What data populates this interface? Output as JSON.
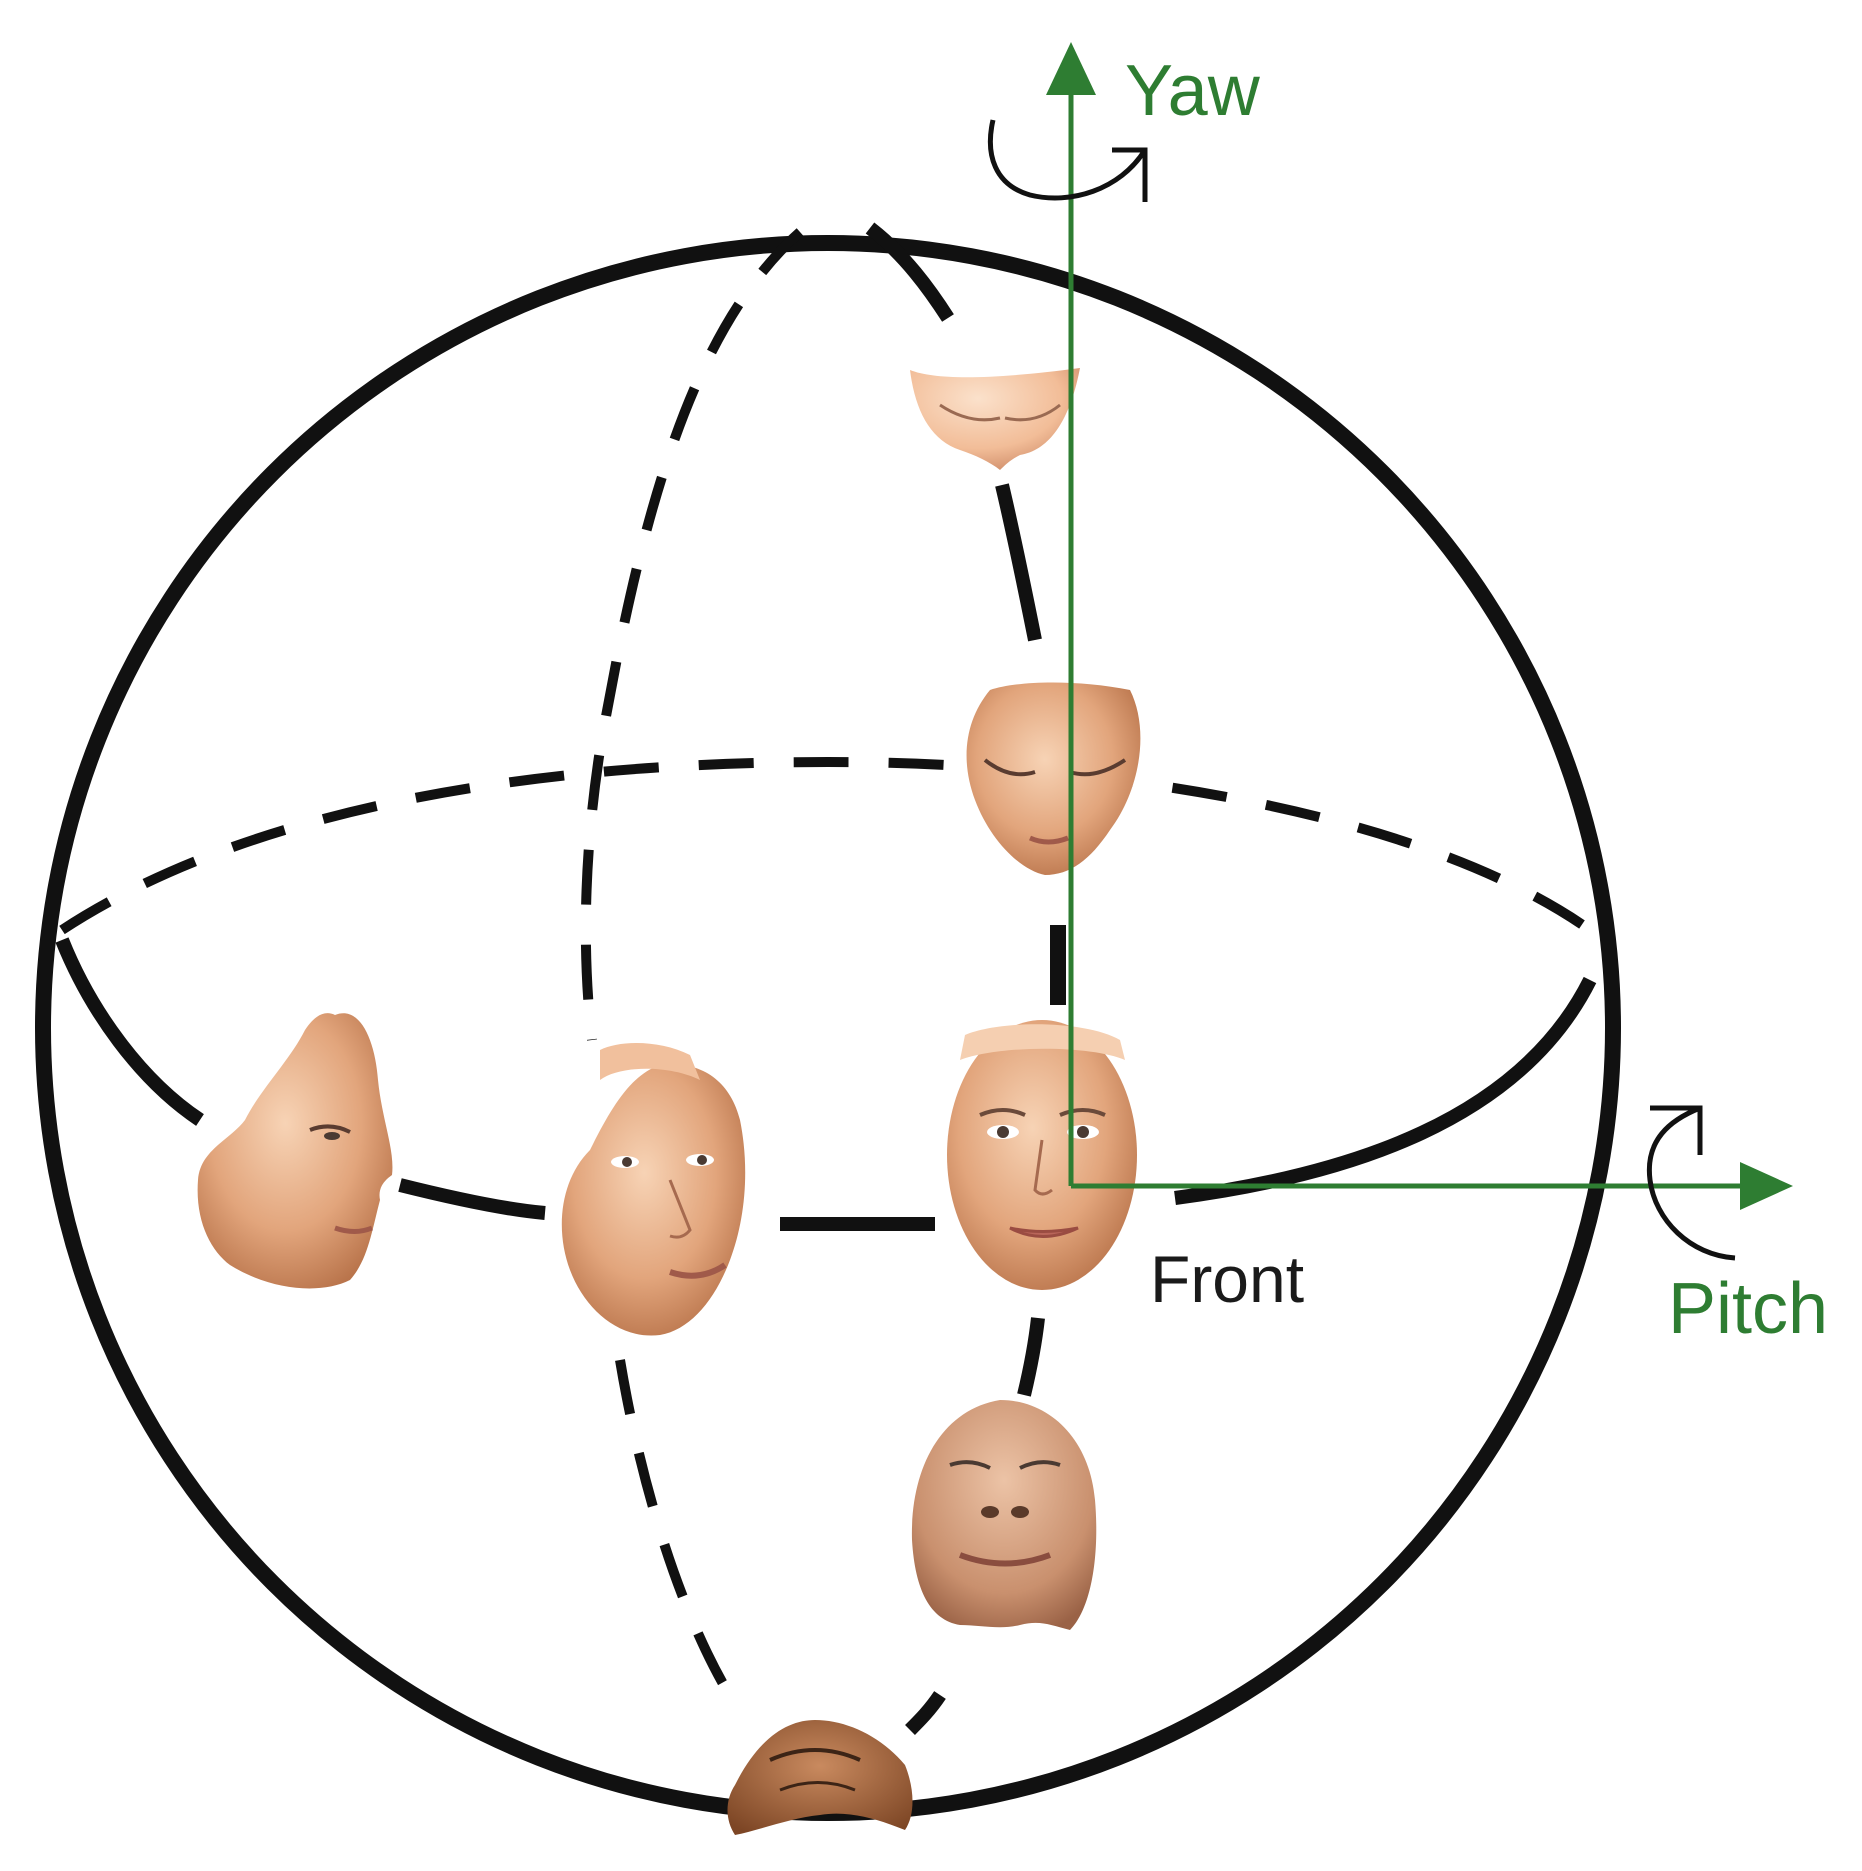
{
  "labels": {
    "yaw": "Yaw",
    "pitch": "Pitch",
    "front": "Front"
  },
  "colors": {
    "axis": "#2e7d32",
    "line": "#111111",
    "background": "#ffffff",
    "skin_light": "#f4c7a4",
    "skin_mid": "#d99c74",
    "skin_dark": "#a8653e",
    "lip": "#b9665a",
    "eye": "#4a3a32"
  },
  "faces": [
    {
      "id": "face-top",
      "view": "top"
    },
    {
      "id": "face-upper",
      "view": "looking-down"
    },
    {
      "id": "face-front",
      "view": "front"
    },
    {
      "id": "face-left-profile",
      "view": "profile-left"
    },
    {
      "id": "face-three-quarter",
      "view": "three-quarter-left"
    },
    {
      "id": "face-looking-up",
      "view": "looking-up"
    },
    {
      "id": "face-bottom",
      "view": "bottom"
    }
  ],
  "icons": [
    "yaw-rotation-arrow-icon",
    "pitch-rotation-arrow-icon"
  ]
}
